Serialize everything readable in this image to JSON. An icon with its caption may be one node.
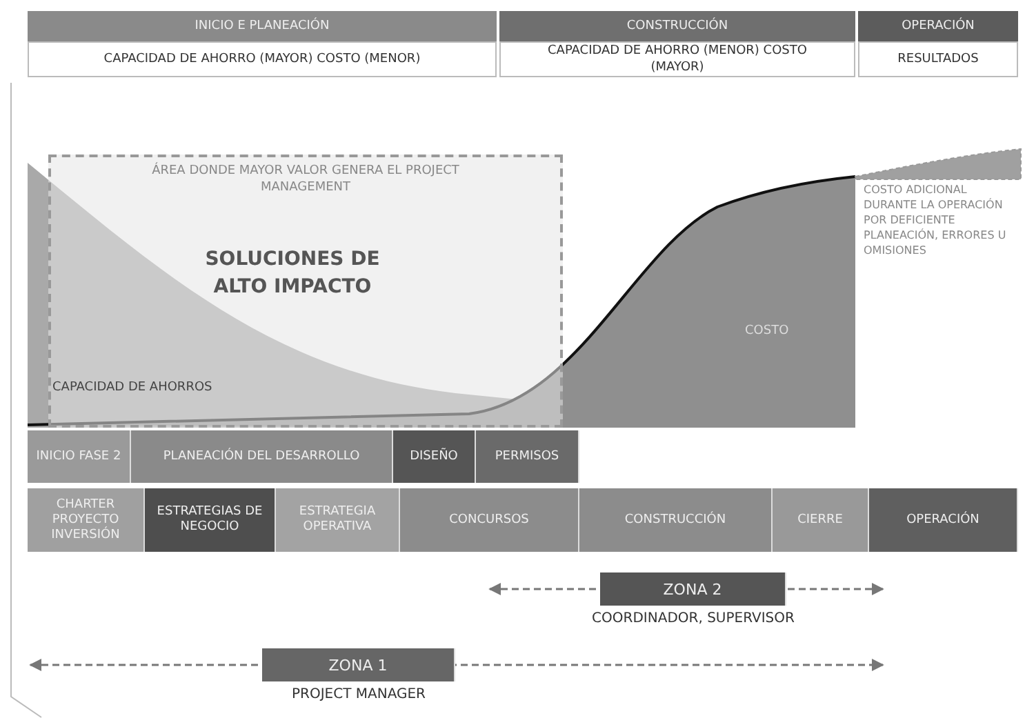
{
  "diagram": {
    "nodes": [
      {
        "text": [
          "INICIO E PLANEACIÓN",
          "CAPACIDAD DE AHORRO (MAYOR) COSTO (MENOR)"
        ]
      },
      {
        "text": [
          "CONSTRUCCIÓN",
          "CAPACIDAD DE AHORRO (MENOR) COSTO (MAYOR)"
        ]
      },
      {
        "text": [
          "OPERACIÓN",
          "RESULTADOS"
        ]
      },
      {
        "text": [
          "ÁREA DONDE MAYOR VALOR GENERA EL PROJECT MANAGEMENT",
          "SOLUCIONES DE ALTO IMPACTO"
        ]
      },
      {
        "text": [
          "INICIO FASE 2"
        ]
      },
      {
        "text": [
          "PLANEACIÓN DEL DESARROLLO"
        ]
      },
      {
        "text": [
          "DISEÑO"
        ]
      },
      {
        "text": [
          "PERMISOS"
        ]
      },
      {
        "text": [
          "CHARTER PROYECTO INVERSIÓN"
        ]
      },
      {
        "text": [
          "ESTRATEGIAS DE NEGOCIO"
        ]
      },
      {
        "text": [
          "ESTRATEGIA OPERATIVA"
        ]
      },
      {
        "text": [
          "CONCURSOS"
        ]
      },
      {
        "text": [
          "CONSTRUCCIÓN"
        ]
      },
      {
        "text": [
          "CIERRE"
        ]
      },
      {
        "text": [
          "OPERACIÓN"
        ]
      },
      {
        "text": [
          "ZONA 2"
        ],
        "beside": [
          "COORDINADOR, SUPERVISOR"
        ]
      },
      {
        "text": [
          "ZONA 1"
        ],
        "beside": [
          "PROJECT MANAGER"
        ]
      }
    ],
    "edges": [],
    "labels": [
      "CAPACIDAD DE AHORROS",
      "COSTO",
      "COSTO ADICIONAL DURANTE LA OPERACIÓN POR DEFICIENTE PLANEACIÓN, ERRORES U OMISIONES"
    ]
  }
}
